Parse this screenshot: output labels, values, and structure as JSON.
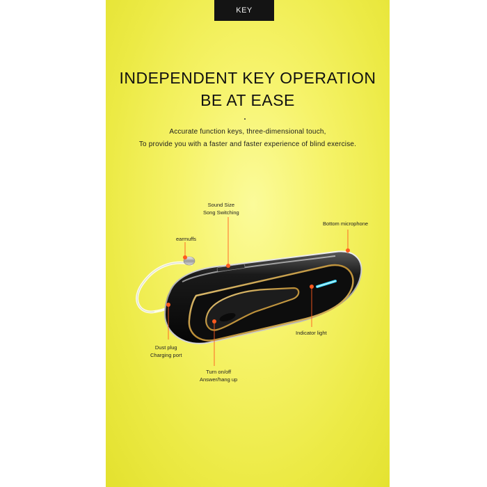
{
  "badge": {
    "label": "KEY"
  },
  "headline": {
    "line1": "INDEPENDENT KEY OPERATION",
    "line2": "BE AT EASE"
  },
  "subtitle": {
    "line1": "Accurate function keys, three-dimensional touch,",
    "line2": "To provide you with a faster and faster experience of blind exercise."
  },
  "callouts": {
    "sound": {
      "line1": "Sound Size",
      "line2": "Song Switching"
    },
    "earmuffs": {
      "line1": "earmuffs"
    },
    "microphone": {
      "line1": "Bottom microphone"
    },
    "indicator": {
      "line1": "Indicator light"
    },
    "dust": {
      "line1": "Dust plug",
      "line2": "Charging port"
    },
    "power": {
      "line1": "Turn on/off",
      "line2": "Answer/hang up"
    }
  },
  "colors": {
    "background": "#f4f25f",
    "accent_gold": "#c9a24a",
    "body_black": "#111111",
    "callout_dot": "#ff5a1f",
    "indicator_cyan": "#35d6ff"
  }
}
